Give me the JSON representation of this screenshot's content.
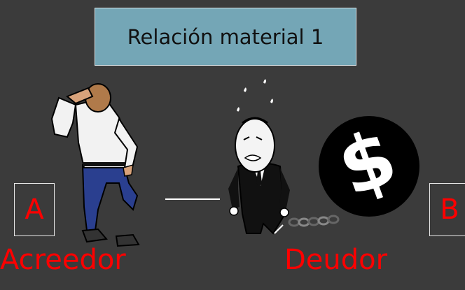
{
  "slide": {
    "title": "Relación material 1",
    "creditor": {
      "letter": "A",
      "label": "Acreedor"
    },
    "debtor": {
      "letter": "B",
      "label": "Deudor"
    },
    "money_symbol": "$"
  },
  "colors": {
    "background": "#3b3b3b",
    "title_fill": "#74a6b6",
    "label_red": "#ff0000",
    "ball": "#000000"
  },
  "icons": [
    "worried-man-icon",
    "debtor-man-icon",
    "ball-and-chain-icon",
    "dollar-sign-icon"
  ]
}
